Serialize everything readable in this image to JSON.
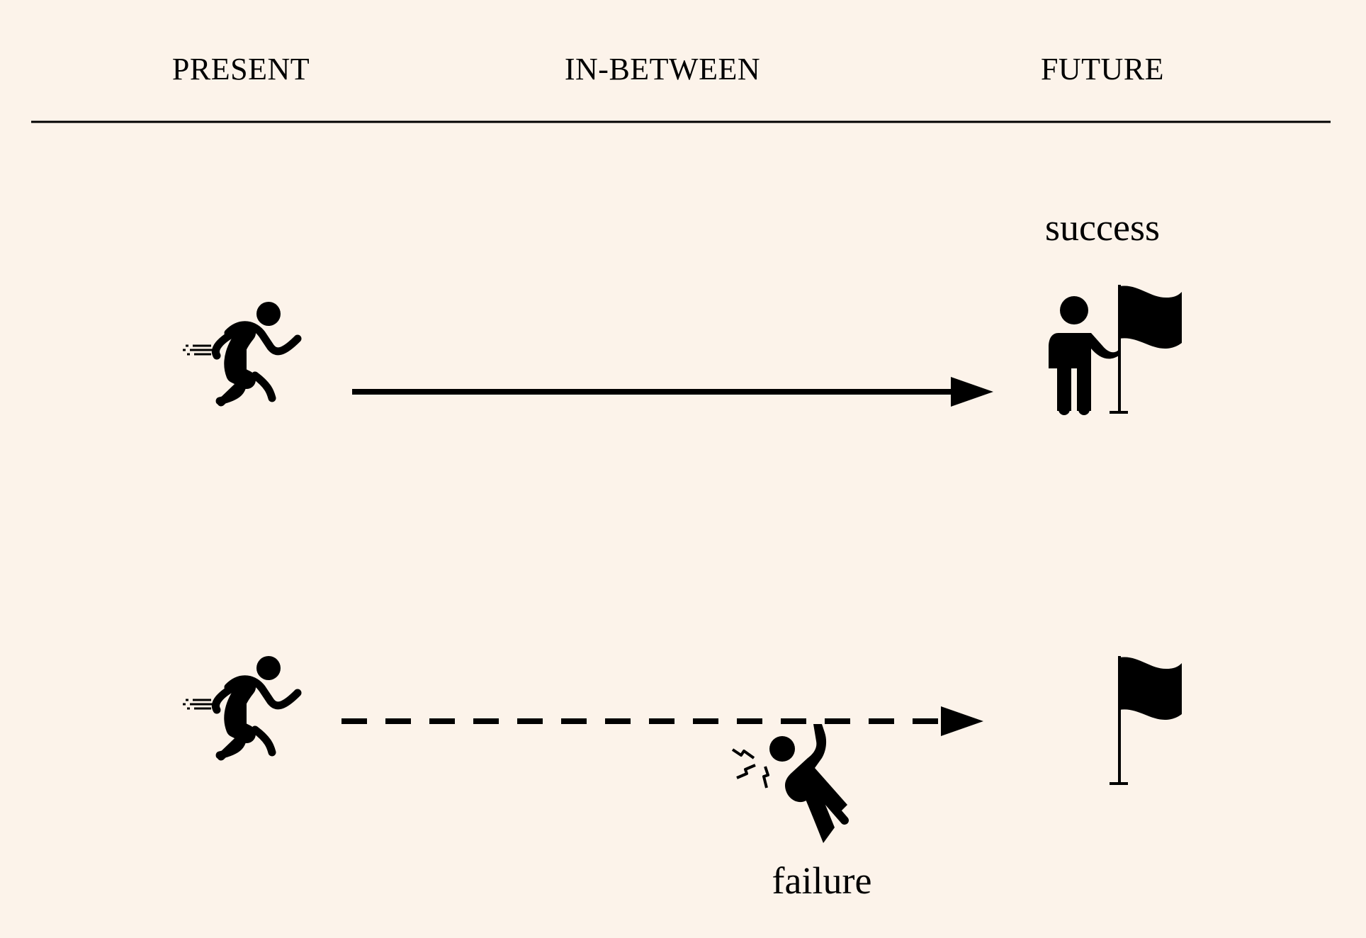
{
  "columns": {
    "present": "PRESENT",
    "in_between": "IN-BETWEEN",
    "future": "FUTURE"
  },
  "outcomes": {
    "success": "success",
    "failure": "failure"
  },
  "icons": {
    "runner_top": "running-person-icon",
    "runner_bottom": "running-person-icon",
    "person_with_flag": "person-with-flag-icon",
    "falling_person": "falling-person-icon",
    "flag": "flag-icon"
  },
  "colors": {
    "background": "#fcf3ea",
    "ink": "#000000"
  }
}
